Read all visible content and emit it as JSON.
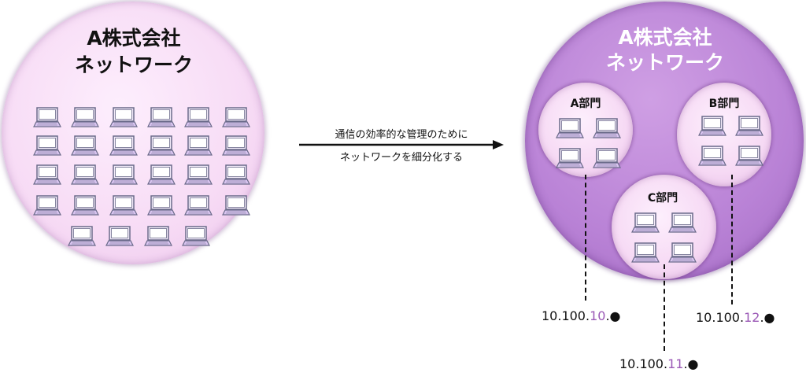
{
  "before": {
    "title_line1": "A株式会社",
    "title_line2": "ネットワーク",
    "pc_count": 28
  },
  "arrow": {
    "line1": "通信の効率的な管理のために",
    "line2": "ネットワークを細分化する"
  },
  "after": {
    "title_line1": "A株式会社",
    "title_line2": "ネットワーク",
    "departments": [
      {
        "label": "A部門",
        "address_prefix": "10.100.",
        "address_subnet": "10",
        "address_suffix": ".●"
      },
      {
        "label": "B部門",
        "address_prefix": "10.100.",
        "address_subnet": "12",
        "address_suffix": ".●"
      },
      {
        "label": "C部門",
        "address_prefix": "10.100.",
        "address_subnet": "11",
        "address_suffix": ".●"
      }
    ]
  },
  "colors": {
    "pc_fill": "#d9c4f0",
    "pc_stroke": "#6b6b8a",
    "highlight": "#9b59b6"
  },
  "icon": "laptop-icon"
}
